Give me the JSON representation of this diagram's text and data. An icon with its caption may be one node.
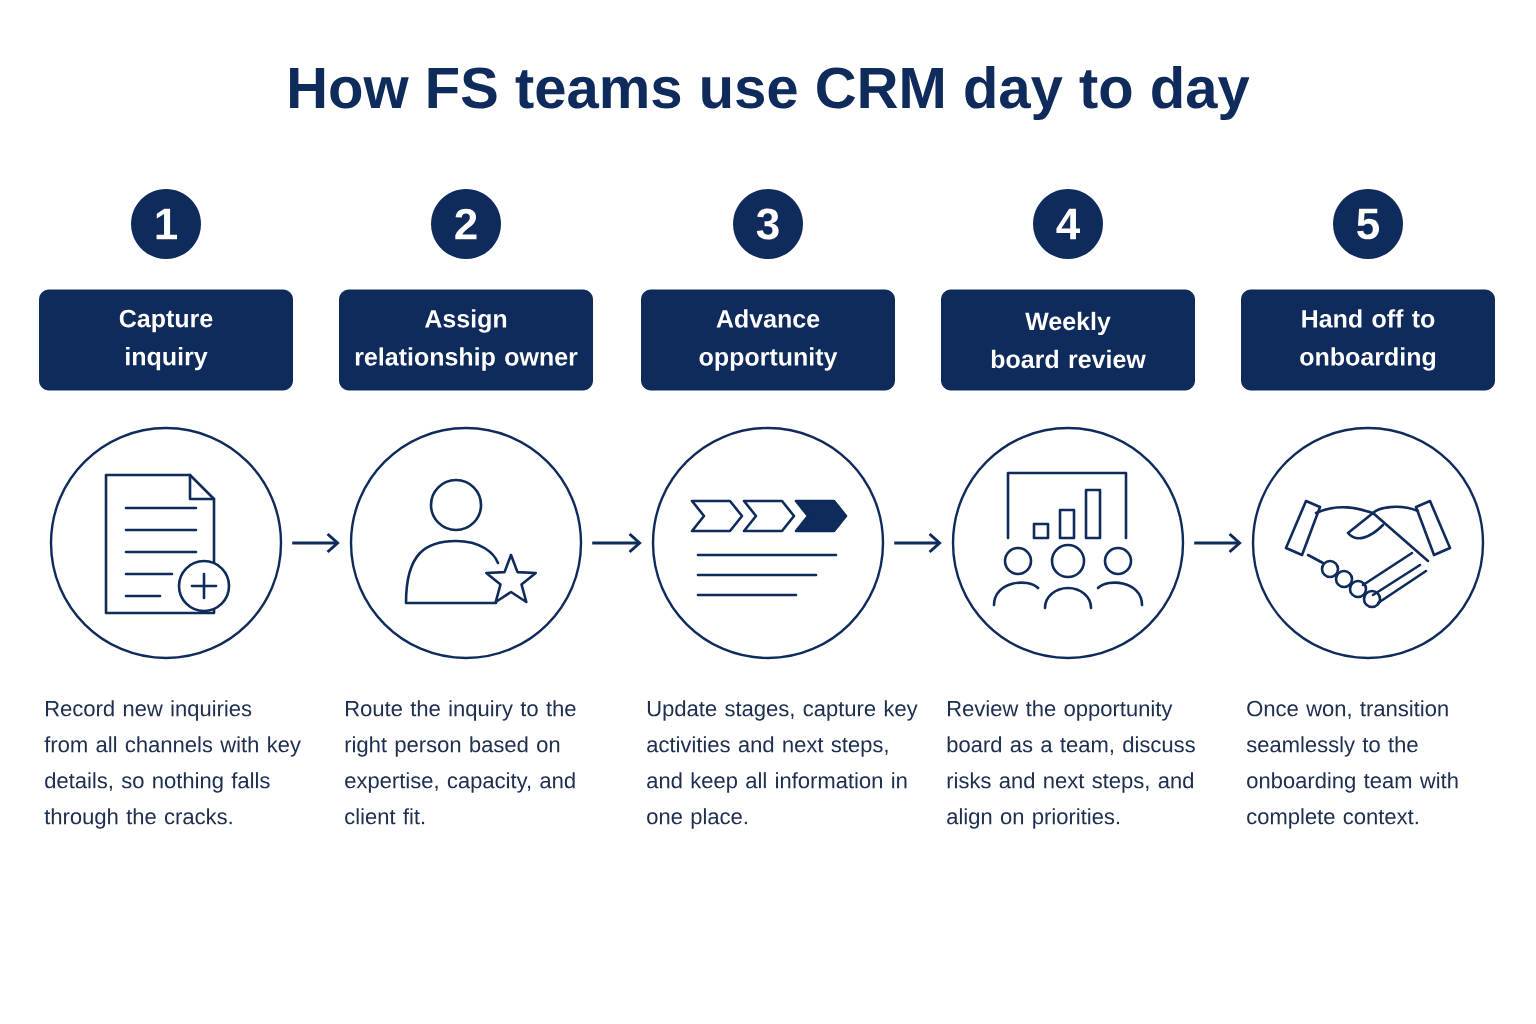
{
  "diagram": {
    "title": "How FS teams use CRM day to day",
    "nodes": [
      {
        "text": [
          "1"
        ]
      },
      {
        "text": [
          "Capture inquiry"
        ]
      },
      {
        "text": [],
        "shape": "circle",
        "beside": [
          "Record new inquiries from all channels with key details, so nothing falls through the cracks."
        ]
      },
      {
        "text": [
          "2"
        ]
      },
      {
        "text": [
          "Assign relationship owner"
        ]
      },
      {
        "text": [],
        "shape": "circle",
        "beside": [
          "Route the inquiry to the right person based on expertise, capacity, and client fit."
        ]
      },
      {
        "text": [
          "3"
        ]
      },
      {
        "text": [
          "Advance opportunity"
        ]
      },
      {
        "text": [],
        "shape": "circle",
        "beside": [
          "Update stages, capture key activities and next steps, and keep all information in one place."
        ]
      },
      {
        "text": [
          "4"
        ]
      },
      {
        "text": [
          "Weekly board review"
        ]
      },
      {
        "text": [],
        "shape": "circle",
        "beside": [
          "Review the opportunity board as a team, discuss risks and next steps, and align on priorities."
        ]
      },
      {
        "text": [
          "5"
        ]
      },
      {
        "text": [
          "Hand off to onboarding"
        ]
      },
      {
        "text": [],
        "shape": "circle",
        "beside": [
          "Once won, transition seamlessly to the onboarding team with complete context."
        ]
      }
    ],
    "edges": [
      {
        "from": 2,
        "to": 5,
        "arrow": "to"
      },
      {
        "from": 5,
        "to": 8,
        "arrow": "to"
      },
      {
        "from": 8,
        "to": 11,
        "arrow": "to"
      },
      {
        "from": 11,
        "to": 14,
        "arrow": "to"
      }
    ]
  }
}
